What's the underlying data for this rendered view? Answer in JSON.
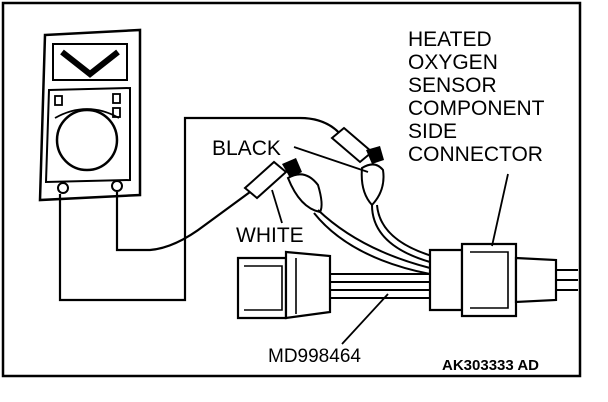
{
  "labels": {
    "sensor": [
      "HEATED",
      "OXYGEN",
      "SENSOR",
      "COMPONENT",
      "SIDE",
      "CONNECTOR"
    ],
    "black_lead": "BLACK",
    "white_lead": "WHITE",
    "tool": "MD998464",
    "figure_code": "AK303333 AD"
  },
  "meter": {
    "display_symbol": "V"
  }
}
